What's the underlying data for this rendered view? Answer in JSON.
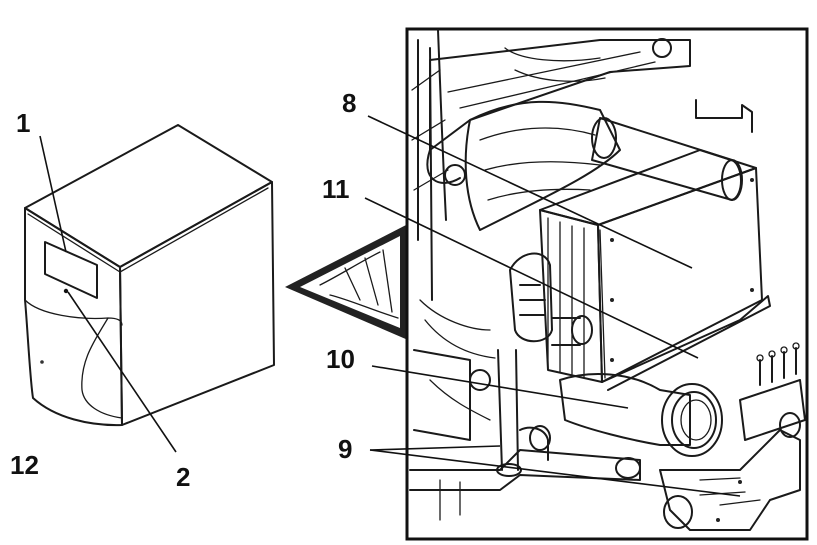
{
  "callouts": {
    "c1": "1",
    "c2": "2",
    "c12": "12",
    "c8": "8",
    "c11": "11",
    "c10": "10",
    "c9": "9"
  }
}
